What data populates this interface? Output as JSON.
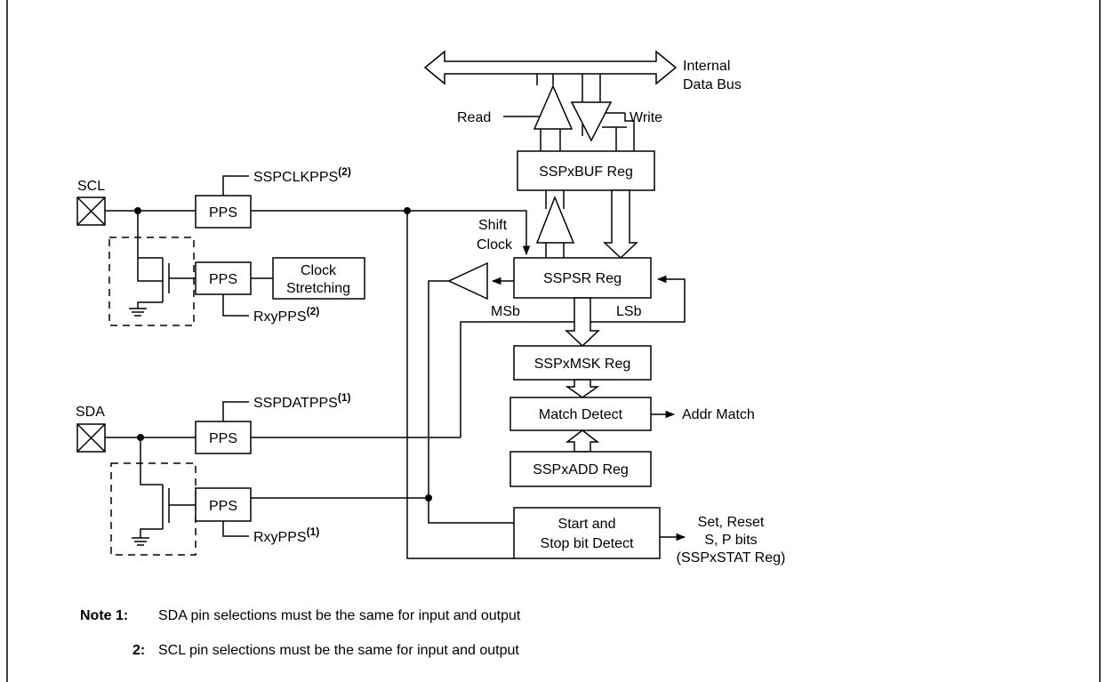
{
  "blocks": {
    "buf": "SSPxBUF Reg",
    "sr": "SSPSR Reg",
    "msk": "SSPxMSK Reg",
    "match": "Match Detect",
    "add": "SSPxADD Reg",
    "startstop": [
      "Start and",
      "Stop bit Detect"
    ],
    "pps": "PPS",
    "clock_stretch": [
      "Clock",
      "Stretching"
    ]
  },
  "labels": {
    "internal_bus": [
      "Internal",
      "Data Bus"
    ],
    "read": "Read",
    "write": "Write",
    "shift_clock": [
      "Shift",
      "Clock"
    ],
    "msb": "MSb",
    "lsb": "LSb",
    "addr_match": "Addr Match",
    "set_reset": [
      "Set, Reset",
      "S, P bits",
      "(SSPxSTAT Reg)"
    ],
    "scl": "SCL",
    "sda": "SDA",
    "sspclkpps": "SSPCLKPPS",
    "sspclkpps_sup": "(2)",
    "sspdatpps": "SSPDATPPS",
    "sspdatpps_sup": "(1)",
    "rxypps_scl": "RxyPPS",
    "rxypps_scl_sup": "(2)",
    "rxypps_sda": "RxyPPS",
    "rxypps_sda_sup": "(1)"
  },
  "notes": [
    {
      "num": "Note 1:",
      "text": "SDA pin selections must be the same for input and output"
    },
    {
      "num": "2:",
      "text": "SCL pin selections must be the same for input and output"
    }
  ]
}
